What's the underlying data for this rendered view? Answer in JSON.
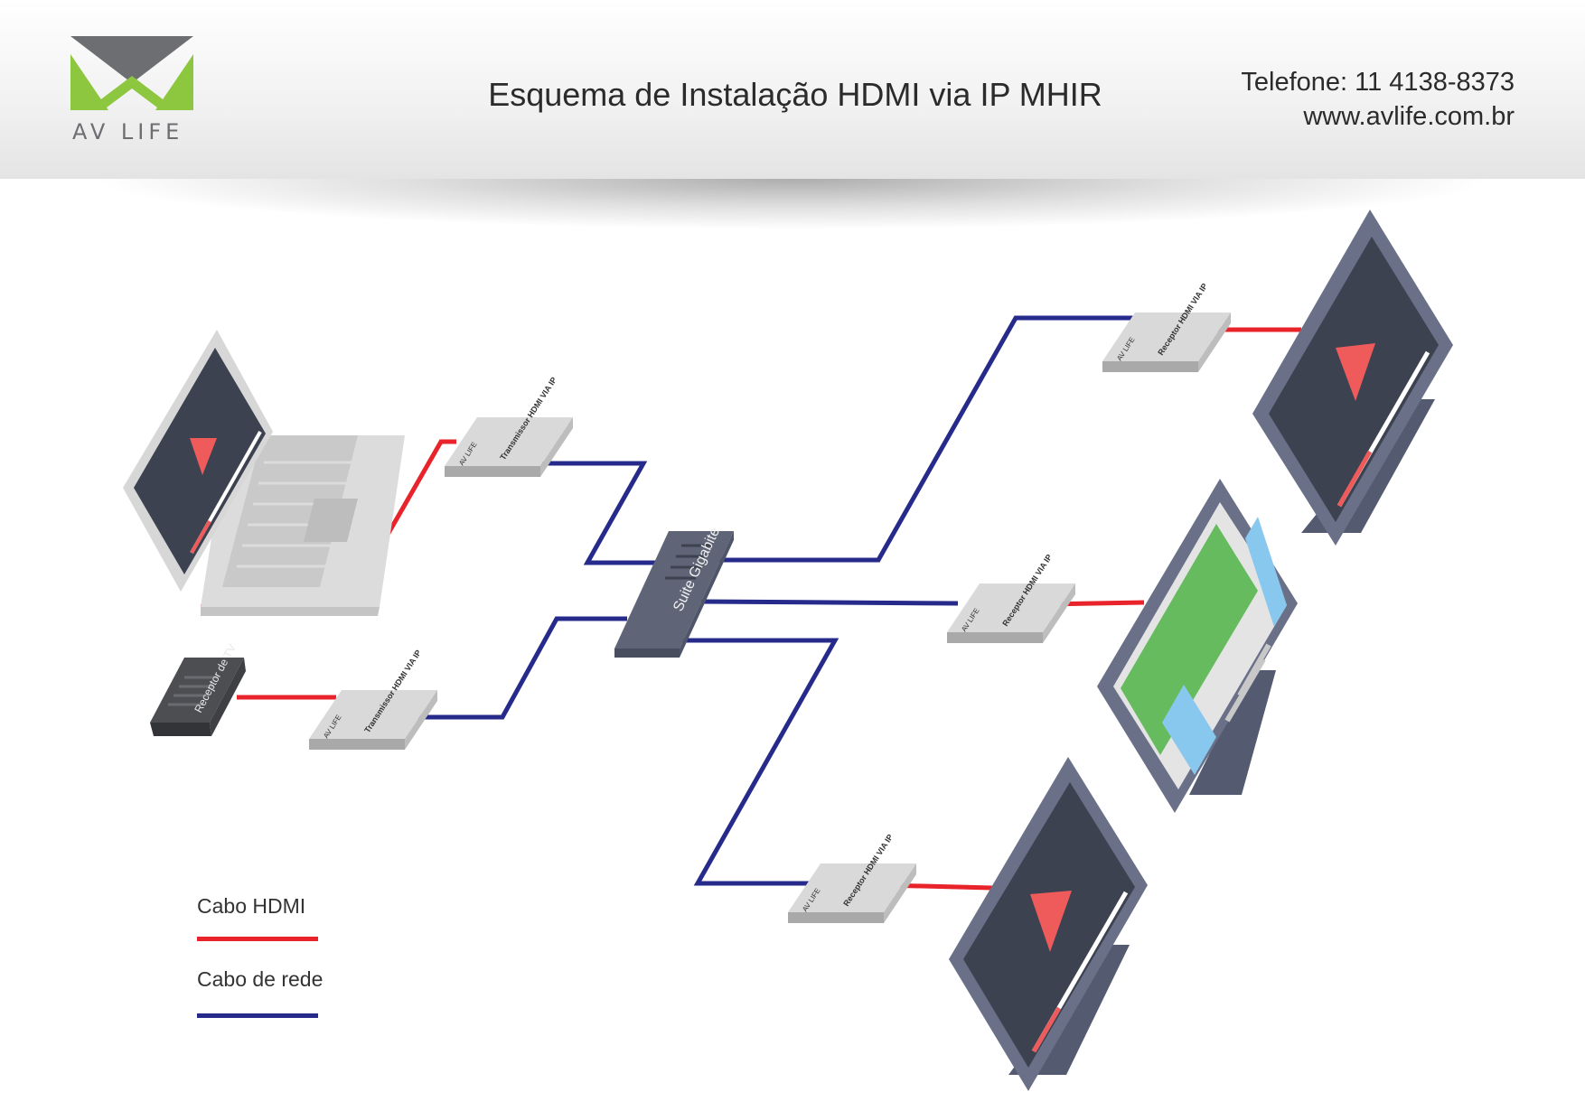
{
  "header": {
    "logo_text": "AV LIFE",
    "title": "Esquema de Instalação HDMI via IP MHIR",
    "phone": "Telefone: 11 4138-8373",
    "website": "www.avlife.com.br"
  },
  "colors": {
    "hdmi": "#e8232a",
    "network": "#262a8b",
    "logo_green": "#8dc63f",
    "logo_gray": "#6d6e71",
    "screen_dark": "#3c4250",
    "play": "#ef5b5b"
  },
  "devices": {
    "transmitter_label": "Transmissor HDMI VIA IP",
    "receiver_label": "Receptor HDMI VIA IP",
    "box_brand": "AV LIFE",
    "switch_label": "Suite Gigabite",
    "tv_receiver_label": "Receptor de TV"
  },
  "legend": {
    "hdmi_label": "Cabo HDMI",
    "network_label": "Cabo de rede"
  },
  "icons": [
    "play-icon"
  ]
}
